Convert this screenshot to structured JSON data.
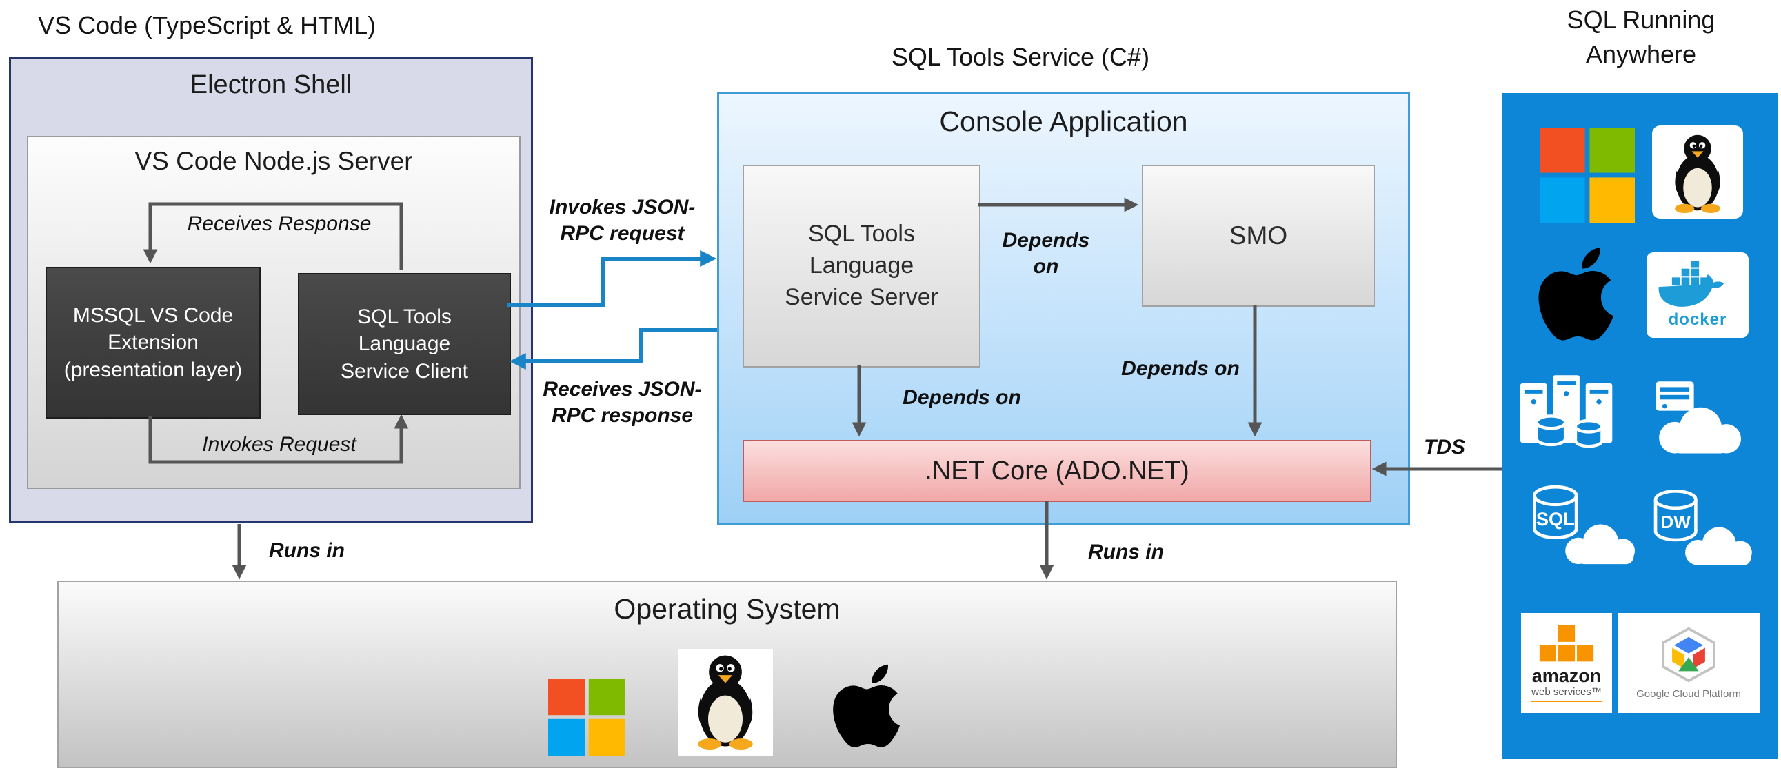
{
  "headings": {
    "vscode": "VS Code (TypeScript & HTML)",
    "sql_tools": "SQL Tools Service (C#)",
    "sql_anywhere": "SQL Running Anywhere"
  },
  "electron": {
    "title": "Electron Shell",
    "node_server_title": "VS Code Node.js Server",
    "mssql_extension": "MSSQL VS Code Extension (presentation layer)",
    "service_client": "SQL Tools Language Service Client",
    "receives_response": "Receives Response",
    "invokes_request": "Invokes Request"
  },
  "rpc": {
    "invokes": "Invokes JSON-RPC request",
    "receives": "Receives JSON-RPC response"
  },
  "console": {
    "title": "Console Application",
    "service_server": "SQL Tools Language Service Server",
    "smo": "SMO",
    "net_core": ".NET Core (ADO.NET)",
    "depends_on_smo": "Depends on",
    "depends_on_left": "Depends on",
    "depends_on_right": "Depends on"
  },
  "os": {
    "title": "Operating System",
    "runs_in_left": "Runs in",
    "runs_in_right": "Runs in",
    "icon_names": [
      "windows-logo",
      "linux-tux",
      "apple-logo"
    ]
  },
  "tds": "TDS",
  "right_panel": {
    "docker_label": "docker",
    "sql_label": "SQL",
    "dw_label": "DW",
    "aws_line1": "amazon",
    "aws_line2": "web services™",
    "gcp_label": "Google Cloud Platform",
    "icon_names": [
      "windows-logo",
      "linux-tux",
      "apple-logo",
      "docker-logo",
      "sql-server-cluster",
      "cloud-server",
      "sql-db-cloud",
      "dw-cloud",
      "aws-logo",
      "google-cloud-platform-logo"
    ]
  },
  "colors": {
    "panel_blue": "#0d86d8",
    "console_border": "#3f9cd6",
    "console_fill_bottom": "#9ed0f6",
    "electron_fill": "#d8dae9",
    "electron_border": "#26366c",
    "netcore_fill": "#f1a8a8",
    "netcore_border": "#c25b5b",
    "dark_box": "#3f3f3f",
    "arrow_gray": "#555555",
    "arrow_blue": "#1a85c6",
    "docker_blue": "#1e9cd7",
    "aws_orange": "#f79400"
  }
}
